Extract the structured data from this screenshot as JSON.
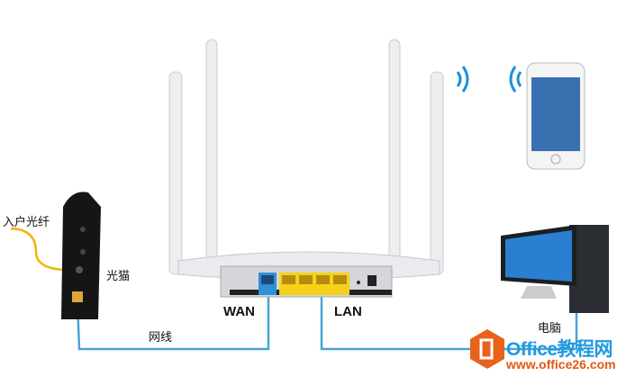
{
  "labels": {
    "fiber": "入户光纤",
    "modem": "光猫",
    "cable": "网线",
    "wan": "WAN",
    "lan": "LAN",
    "computer": "电脑"
  },
  "watermark": {
    "brand": "Office教程网",
    "url": "www.office26.com"
  },
  "colors": {
    "cable": "#4aa3d8",
    "fiber": "#f0b400",
    "wan_port": "#2f8fd8",
    "lan_ports": "#f5d21a",
    "logo": "#e8621c"
  }
}
